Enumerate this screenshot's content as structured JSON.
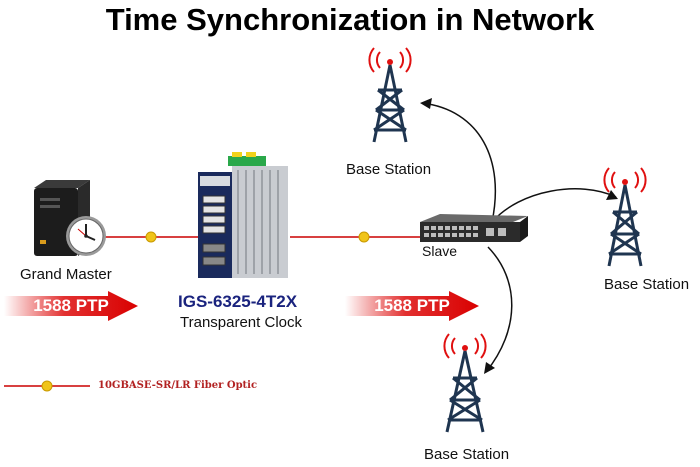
{
  "title": "Time Synchronization in Network",
  "nodes": {
    "grand_master": "Grand Master",
    "switch_model": "IGS-6325-4T2X",
    "switch_role": "Transparent Clock",
    "slave": "Slave",
    "base_station_top": "Base Station",
    "base_station_right": "Base Station",
    "base_station_bottom": "Base Station"
  },
  "arrows": {
    "left": "1588 PTP",
    "right": "1588 PTP"
  },
  "legend": {
    "fiber_label": "10GBASE-SR/LR Fiber Optic"
  },
  "colors": {
    "fiber_line": "#cc0000",
    "arrow_fill": "#d90000",
    "tower": "#1f3550",
    "signal": "#e01010",
    "connector": "#f0c419"
  }
}
